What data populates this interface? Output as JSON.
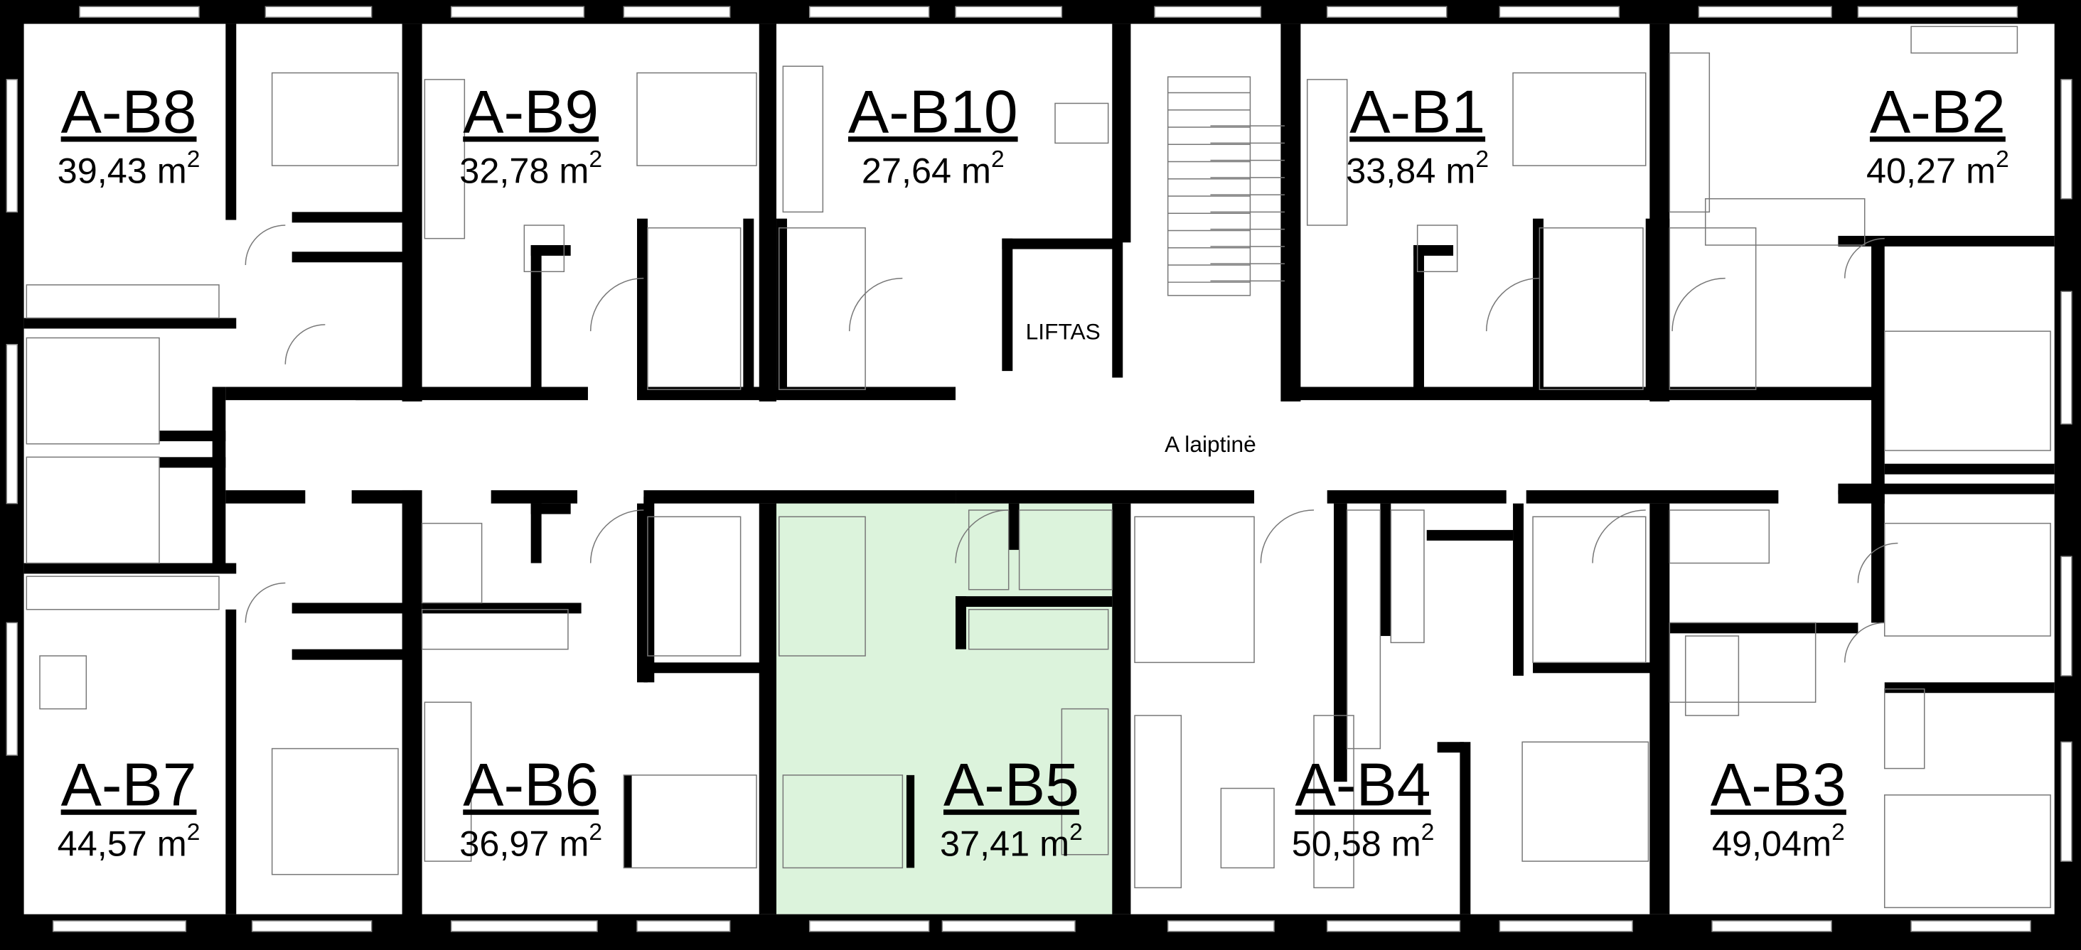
{
  "plan": {
    "highlight_color": "#dcf3dc",
    "stair_label": "A laiptinė",
    "elevator_label": "LIFTAS",
    "highlighted_unit": "A-B5",
    "units": [
      {
        "id": "A-B8",
        "area": "39,43 m",
        "sup": "2"
      },
      {
        "id": "A-B9",
        "area": "32,78 m",
        "sup": "2"
      },
      {
        "id": "A-B10",
        "area": "27,64 m",
        "sup": "2"
      },
      {
        "id": "A-B1",
        "area": "33,84 m",
        "sup": "2"
      },
      {
        "id": "A-B2",
        "area": "40,27 m",
        "sup": "2"
      },
      {
        "id": "A-B7",
        "area": "44,57 m",
        "sup": "2"
      },
      {
        "id": "A-B6",
        "area": "36,97 m",
        "sup": "2"
      },
      {
        "id": "A-B5",
        "area": "37,41 m",
        "sup": "2"
      },
      {
        "id": "A-B4",
        "area": "50,58 m",
        "sup": "2"
      },
      {
        "id": "A-B3",
        "area": "49,04m",
        "sup": "2"
      }
    ]
  }
}
